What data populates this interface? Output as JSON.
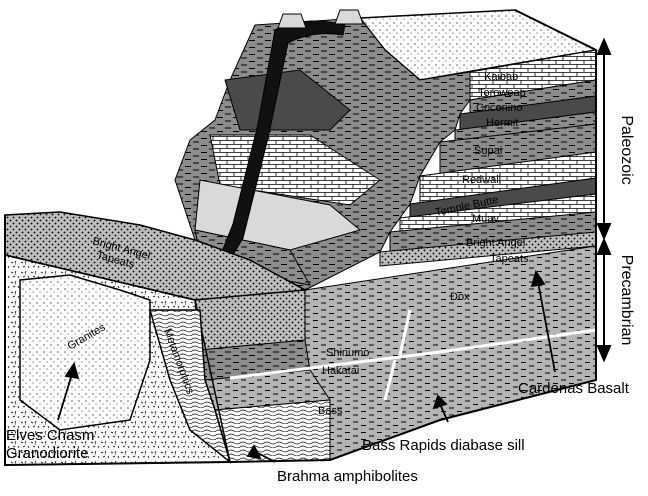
{
  "colors": {
    "ink": "#000000",
    "paper": "#ffffff",
    "light_gray": "#d9d9d9",
    "mid_gray": "#9a9a9a",
    "dark_gray": "#4a4a4a"
  },
  "strata": {
    "kaibab": "Kaibab",
    "toroweap": "Toroweap",
    "coconino": "Coconino",
    "hermit": "Hermit",
    "supai": "Supai",
    "redwall": "Redwall",
    "temple_butte": "Temple Butte",
    "muav": "Muav",
    "bright_angel": "Bright Angel",
    "tapeats": "Tapeats",
    "dox": "Dox",
    "shinumo": "Shinumo",
    "hakatai": "Hakatai",
    "bass": "Bass"
  },
  "left_face": {
    "bright_angel": "Bright Angel",
    "tapeats": "Tapeats",
    "granites": "Granites",
    "metamorphics": "Metamorphics"
  },
  "eras": {
    "paleozoic": "Paleozoic",
    "precambrian": "Precambrian"
  },
  "callouts": {
    "cardenas_basalt": "Cardenas Basalt",
    "bass_rapids_sill": "Bass Rapids diabase sill",
    "brahma": "Brahma amphibolites",
    "elves_chasm_1": "Elves Chasm",
    "elves_chasm_2": "Granodiorite"
  }
}
